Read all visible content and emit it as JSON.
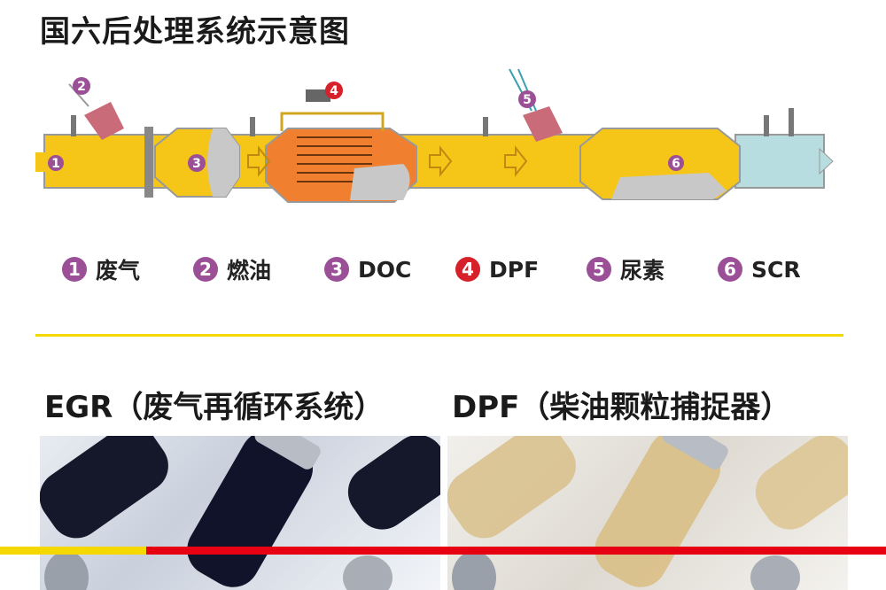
{
  "title": "国六后处理系统示意图",
  "diagram_markers": [
    "1",
    "2",
    "3",
    "4",
    "5",
    "6"
  ],
  "legend": [
    {
      "num": "1",
      "label": "废气"
    },
    {
      "num": "2",
      "label": "燃油"
    },
    {
      "num": "3",
      "label": "DOC"
    },
    {
      "num": "4",
      "label": "DPF"
    },
    {
      "num": "5",
      "label": "尿素"
    },
    {
      "num": "6",
      "label": "SCR"
    }
  ],
  "sections": [
    {
      "heading": "EGR（废气再循环系统）"
    },
    {
      "heading": "DPF（柴油颗粒捕捉器）"
    }
  ],
  "colors": {
    "purple": "#9b4f96",
    "red": "#d6202a",
    "yellow": "#f5d800",
    "bar_red": "#e60012"
  }
}
